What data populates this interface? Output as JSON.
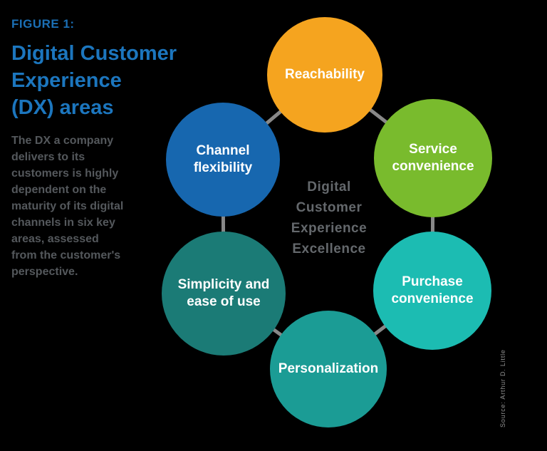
{
  "canvas": {
    "background": "#000000"
  },
  "figure_panel": {
    "label": "FIGURE 1:",
    "title": "Digital Customer Experience (DX) areas",
    "title_lines": [
      "Digital Customer",
      "Experience",
      "(DX) areas"
    ],
    "description": "The DX a company delivers to its customers is highly dependent on the maturity of its digital channels in six key areas, assessed from the customer's perspective.",
    "description_lines": [
      "The DX a company",
      "delivers to its",
      "customers is highly",
      "dependent on the",
      "maturity of its digital",
      "channels in six key",
      "areas, assessed",
      "from the customer's",
      "perspective."
    ]
  },
  "diagram": {
    "center_label": "Digital Customer Experience Excellence",
    "center_label_lines": [
      "Digital",
      "Customer",
      "Experience",
      "Excellence"
    ],
    "connector_color": "#A0A0A0",
    "node_text_color": "#FFFFFF",
    "nodes": [
      {
        "id": "reachability",
        "label": "Reachability",
        "label_lines": [
          "Reachability"
        ],
        "color": "#F5A41F"
      },
      {
        "id": "service-convenience",
        "label": "Service convenience",
        "label_lines": [
          "Service",
          "convenience"
        ],
        "color": "#79BB2D"
      },
      {
        "id": "purchase-convenience",
        "label": "Purchase convenience",
        "label_lines": [
          "Purchase",
          "convenience"
        ],
        "color": "#1CBCB2"
      },
      {
        "id": "personalization",
        "label": "Personalization",
        "label_lines": [
          "Personalization"
        ],
        "color": "#1B9C95"
      },
      {
        "id": "simplicity",
        "label": "Simplicity and ease of use",
        "label_lines": [
          "Simplicity and",
          "ease of use"
        ],
        "color": "#1B7B76"
      },
      {
        "id": "channel-flexibility",
        "label": "Channel flexibility",
        "label_lines": [
          "Channel",
          "flexibility"
        ],
        "color": "#1767AF"
      }
    ]
  },
  "source_note": "Source: Arthur D. Little"
}
